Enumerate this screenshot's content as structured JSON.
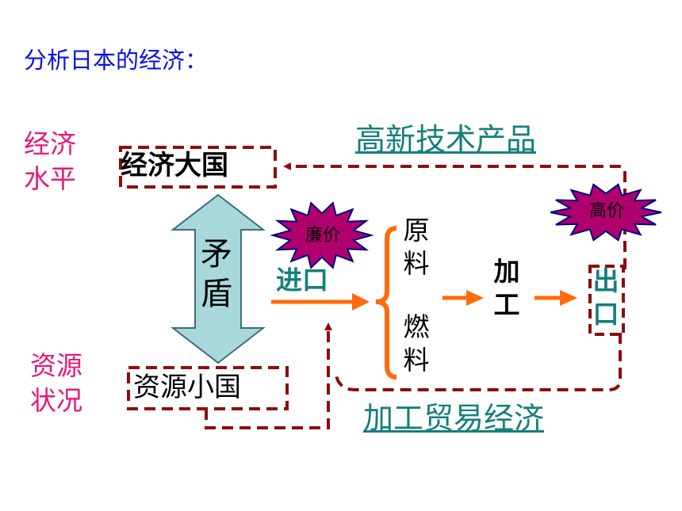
{
  "title": "分析日本的经济：",
  "labels": {
    "economic_level": "经济\n水平",
    "resource_status": "资源\n状况",
    "economic_power": "经济大国",
    "resource_poor": "资源小国",
    "contradiction": "矛盾",
    "import": "进口",
    "cheap_price": "廉价",
    "high_price": "高价",
    "raw_materials": "原料",
    "fuel": "燃料",
    "processing": "加工",
    "export": "出口",
    "high_tech_products": "高新技术产品",
    "processing_trade_economy": "加工贸易经济"
  },
  "colors": {
    "title": "#0a10e6",
    "side_labels": "#e6197a",
    "teal": "#157f7c",
    "dashed_box": "#8b0e0e",
    "arrow": "#ff6a0a",
    "badge_fill": "#b0006e",
    "badge_stroke": "#000080",
    "double_arrow_fill": "#a8d8dc",
    "double_arrow_stroke": "#3d6f78"
  },
  "icons": {
    "contradiction": "double-headed-vertical-arrow",
    "badges": "starburst"
  }
}
